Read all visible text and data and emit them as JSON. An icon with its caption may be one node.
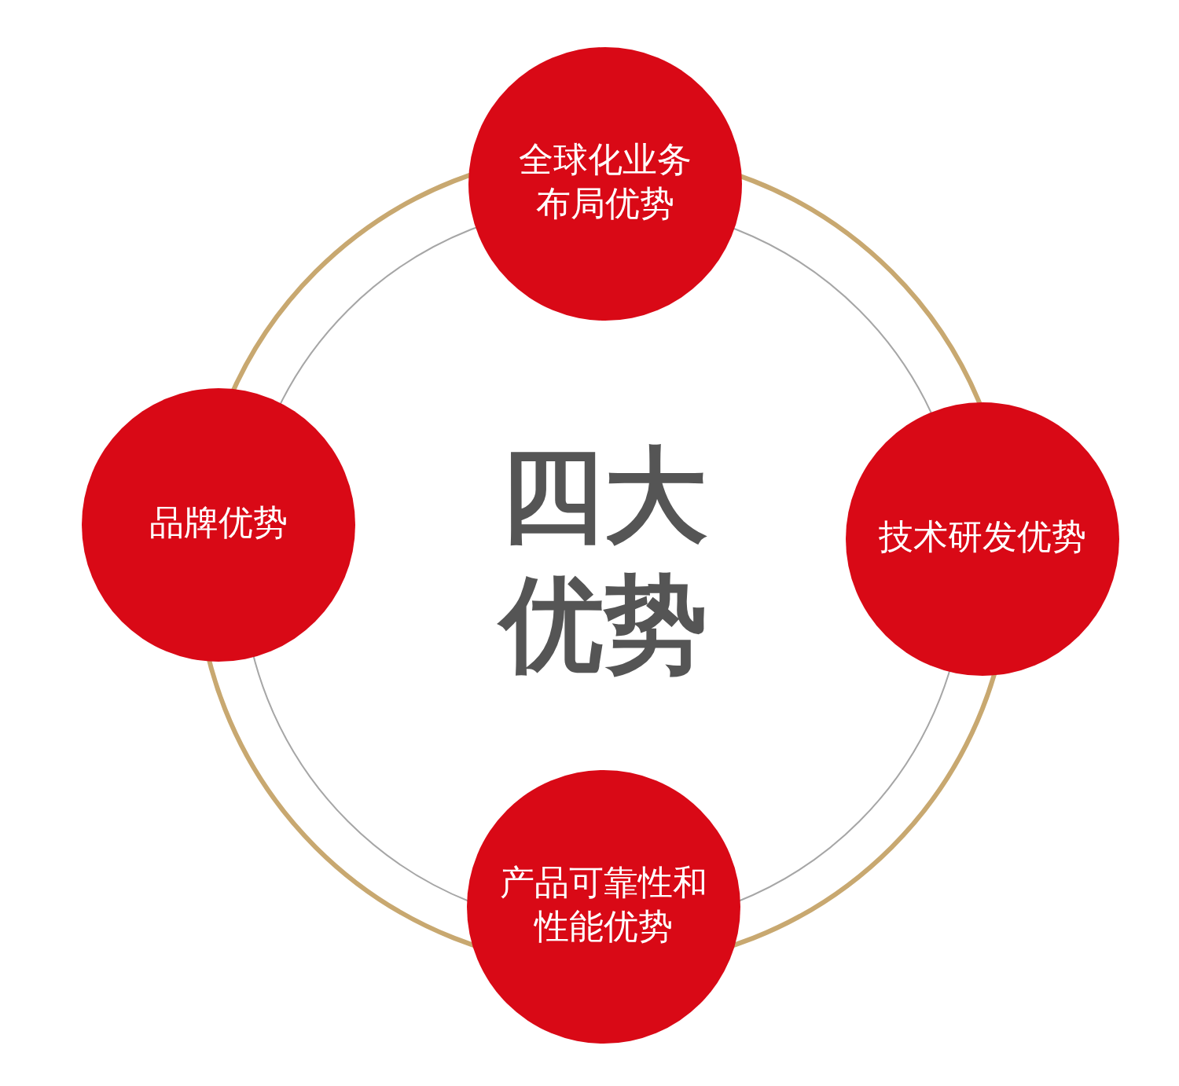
{
  "diagram": {
    "title": "四大优势",
    "nodes": [
      {
        "text": [
          "全球化业务布局优势"
        ]
      },
      {
        "text": [
          "品牌优势"
        ]
      },
      {
        "text": [
          "技术研发优势"
        ]
      },
      {
        "text": [
          "产品可靠性和性能优势"
        ]
      }
    ]
  }
}
